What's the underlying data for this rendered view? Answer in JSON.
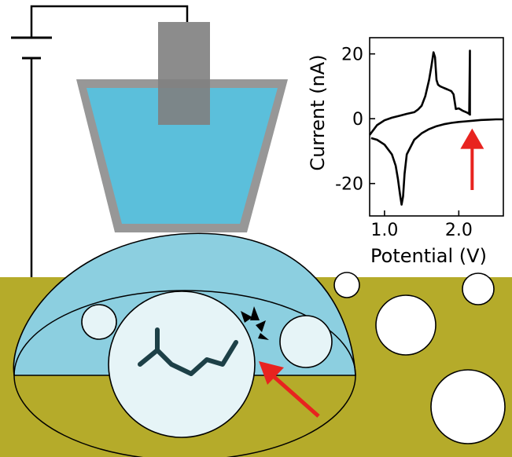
{
  "colors": {
    "ground": "#b5ab2a",
    "electrolyte": "#5bbfdb",
    "droplet": "#8ccfe0",
    "droplet_light": "#e6f4f7",
    "holder": "#979797",
    "electrode": "#7f7f7f",
    "molecule": "#1d4047",
    "arrow": "#e8231f",
    "line": "#000000",
    "pore": "#ffffff"
  },
  "icons": {
    "battery": "battery-icon",
    "pointer": "red-arrow-icon",
    "burst": "spark-burst-icon"
  },
  "chart_data": {
    "type": "line",
    "xlabel": "Potential (V)",
    "ylabel": "Current (nA)",
    "xlim": [
      0.8,
      2.6
    ],
    "ylim": [
      -30,
      25
    ],
    "xticks": [
      {
        "value": 1.0,
        "label": "1.0"
      },
      {
        "value": 2.0,
        "label": "2.0"
      }
    ],
    "yticks": [
      {
        "value": 20,
        "label": "20"
      },
      {
        "value": 0,
        "label": "0"
      },
      {
        "value": -20,
        "label": "-20"
      }
    ],
    "grid": false,
    "series": [
      {
        "x": [
          0.82,
          0.9,
          1.0,
          1.1,
          1.15,
          1.18,
          1.21,
          1.23,
          1.25,
          1.27,
          1.3,
          1.4,
          1.5,
          1.6,
          1.7,
          1.8,
          1.9,
          2.0,
          2.1,
          2.2,
          2.3,
          2.4,
          2.5,
          2.6
        ],
        "y": [
          -6.0,
          -6.5,
          -8.0,
          -11.0,
          -14.5,
          -18.5,
          -23.5,
          -26.5,
          -24.0,
          -17.0,
          -11.0,
          -6.5,
          -4.5,
          -3.2,
          -2.3,
          -1.7,
          -1.3,
          -1.0,
          -0.8,
          -0.6,
          -0.4,
          -0.3,
          -0.2,
          -0.2
        ]
      },
      {
        "x": [
          0.8,
          0.9,
          1.0,
          1.1,
          1.2,
          1.3,
          1.4,
          1.45,
          1.5,
          1.55,
          1.6,
          1.63,
          1.66,
          1.68,
          1.7,
          1.72,
          1.75,
          1.8,
          1.85,
          1.9,
          1.93,
          1.96,
          2.0,
          2.05,
          2.1,
          2.14,
          2.15,
          2.15
        ],
        "y": [
          -5.0,
          -2.0,
          -0.5,
          0.3,
          0.9,
          1.5,
          2.0,
          2.8,
          4.0,
          7.0,
          12.0,
          16.0,
          20.5,
          19.0,
          12.0,
          10.5,
          10.0,
          9.5,
          9.0,
          8.5,
          7.5,
          3.0,
          3.2,
          2.5,
          2.0,
          1.5,
          21.0,
          1.0
        ]
      }
    ],
    "annotations": [
      {
        "type": "arrow",
        "x": 2.18,
        "y_from": -22,
        "y_to": -3
      }
    ]
  }
}
